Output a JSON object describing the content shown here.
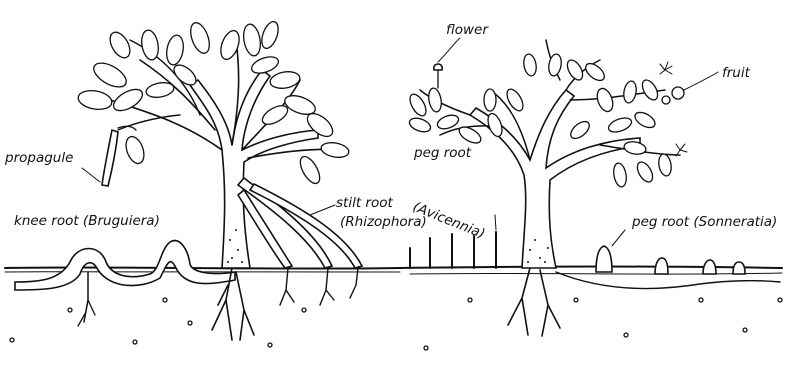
{
  "labels": {
    "flower": "flower",
    "fruit": "fruit",
    "propagule": "propagule",
    "peg_root_avicennia_1": "peg root",
    "peg_root_avicennia_2": "(Avicennia)",
    "stilt_root_1": "stilt root",
    "stilt_root_2": "(Rhizophora)",
    "knee_root": "knee root (Bruguiera)",
    "peg_root_sonneratia": "peg root (Sonneratia)"
  },
  "colors": {
    "ink": "#111111",
    "background": "#ffffff"
  }
}
